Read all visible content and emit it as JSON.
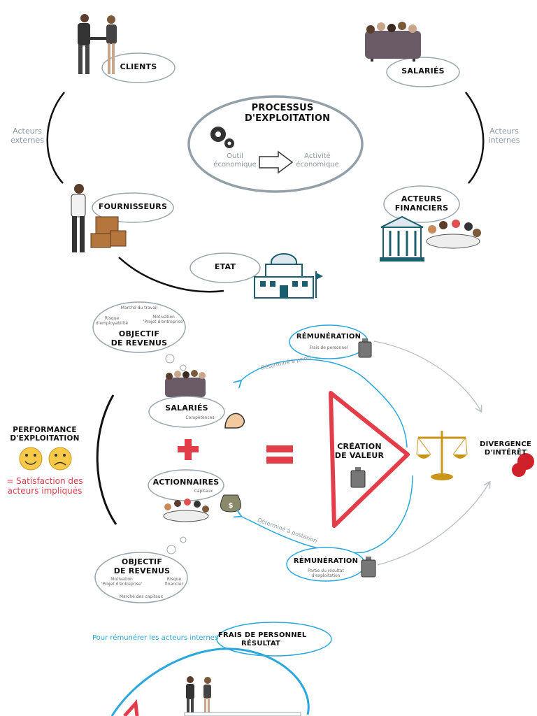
{
  "section1": {
    "center_title": "PROCESSUS\nD'EXPLOITATION",
    "center_outil": "Outil\néconomique",
    "center_activite": "Activité\néconomique",
    "clients": "CLIENTS",
    "salaries": "SALARIÉS",
    "fournisseurs": "FOURNISSEURS",
    "acteurs_financiers": "ACTEURS\nFINANCIERS",
    "etat": "ETAT",
    "acteurs_externes": "Acteurs\nexternes",
    "acteurs_internes": "Acteurs\ninternes"
  },
  "section2": {
    "obj_top": {
      "title": "OBJECTIF\nDE REVENUS",
      "marche": "Marché du travail",
      "risque": "Risque\nd'employabilité",
      "motivation": "Motivation\n'Projet d'entreprise'"
    },
    "salaries": "SALARIÉS",
    "competences": "Compétences",
    "actionnaires": "ACTIONNAIRES",
    "capitaux": "Capitaux",
    "obj_bottom": {
      "title": "OBJECTIF\nDE REVENUS",
      "motivation": "Motivation\n'Projet d'entreprise'",
      "risque": "Risque\nfinancier",
      "marche": "Marché des capitaux"
    },
    "performance": "PERFORMANCE\nD'EXPLOITATION",
    "satisfaction": "= Satisfaction des\nacteurs impliqués",
    "creation": "CRÉATION\nDE VALEUR",
    "remuneration_top": "RÉMUNÉRATION",
    "frais_personnel_small": "Frais de personnel",
    "determine_apriori": "Déterminé à priori",
    "remuneration_bottom": "RÉMUNÉRATION",
    "partie_resultat": "Partie du résultat\nd'exploitation",
    "determine_aposteriori": "Déterminé à posteriori",
    "divergence": "DIVERGENCE\nD'INTÉRÊT"
  },
  "section3": {
    "pour_remunerer": "Pour rémunérer les acteurs internes",
    "frais": "FRAIS DE PERSONNEL\nRÉSULTAT"
  },
  "colors": {
    "accent_blue": "#2aa8de",
    "accent_red": "#e43d4a",
    "bubble_stroke": "#9aa6b0"
  }
}
